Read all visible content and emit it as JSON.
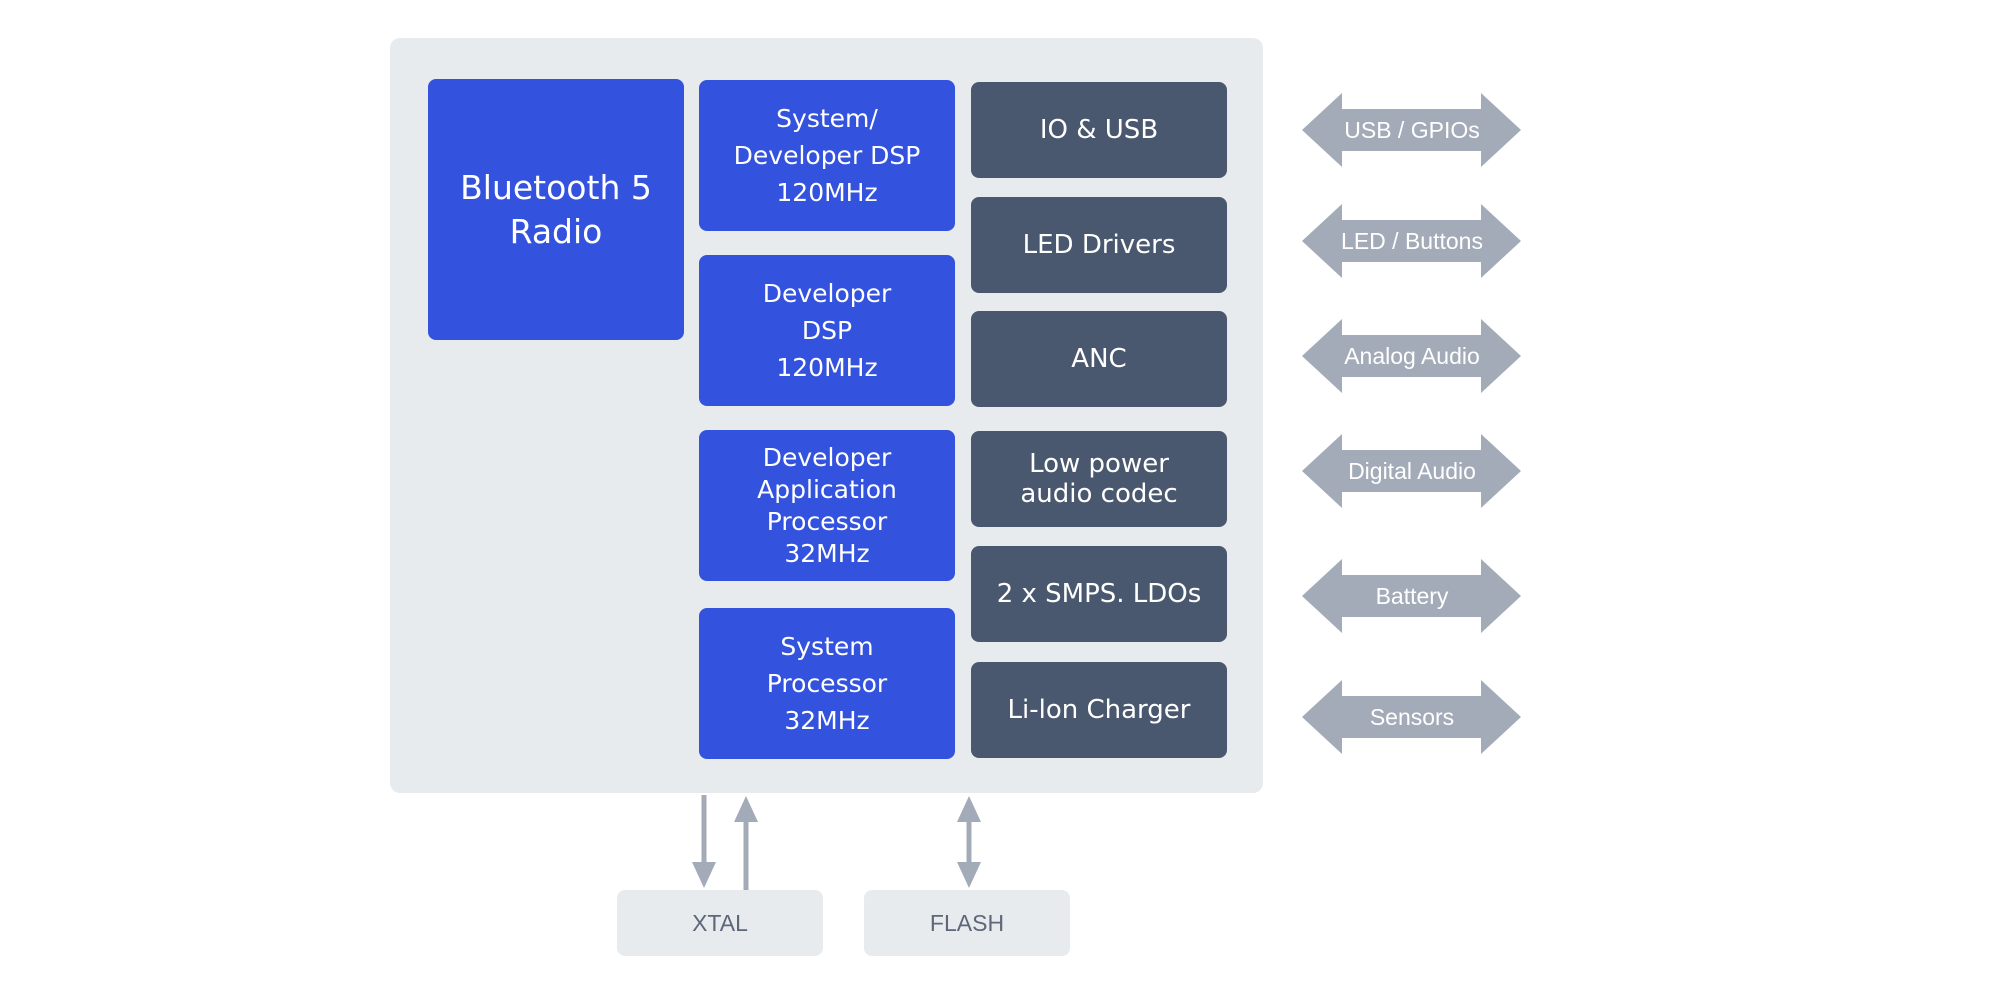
{
  "chip": {
    "radio": {
      "label": "Bluetooth 5\nRadio"
    },
    "processors": [
      {
        "label": "System/\nDeveloper DSP\n120MHz"
      },
      {
        "label": "Developer\nDSP\n120MHz"
      },
      {
        "label": "Developer\nApplication\nProcessor\n32MHz"
      },
      {
        "label": "System\nProcessor\n32MHz"
      }
    ],
    "peripherals": [
      {
        "label": "IO & USB"
      },
      {
        "label": "LED Drivers"
      },
      {
        "label": "ANC"
      },
      {
        "label": "Low power\naudio codec"
      },
      {
        "label": "2 x SMPS. LDOs"
      },
      {
        "label": "Li-lon Charger"
      }
    ]
  },
  "ports": [
    {
      "label": "USB / GPIOs"
    },
    {
      "label": "LED / Buttons"
    },
    {
      "label": "Analog Audio"
    },
    {
      "label": "Digital Audio"
    },
    {
      "label": "Battery"
    },
    {
      "label": "Sensors"
    }
  ],
  "external": {
    "xtal": "XTAL",
    "flash": "FLASH"
  },
  "colors": {
    "processor_blue": "#3352de",
    "peripheral_slate": "#4a586f",
    "chip_background": "#e8ebee",
    "arrow_gray": "#a4abb8"
  }
}
